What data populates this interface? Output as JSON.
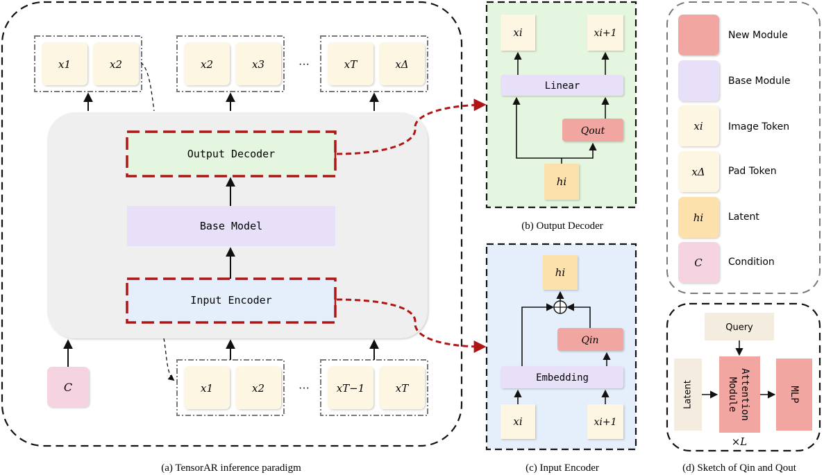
{
  "colors": {
    "new_module": "#f2a6a2",
    "base_module": "#e8dff8",
    "token": "#fdf6e2",
    "latent": "#fde1ad",
    "condition": "#f6d3e0",
    "decoder_fill": "#e4f6df",
    "encoder_fill": "#e4effb",
    "red_dash": "#b01515",
    "panel_b_bg": "#e4f6df",
    "panel_c_bg": "#e4effb",
    "core_bg": "#efefef",
    "query_bg": "#f3ecdf"
  },
  "panel_a": {
    "caption": "(a) TensorAR inference paradigm",
    "output_decoder": "Output Decoder",
    "base_model": "Base Model",
    "input_encoder": "Input Encoder",
    "condition": "C",
    "ellipsis": "···",
    "top_groups": [
      {
        "a": "x1",
        "b": "x2"
      },
      {
        "a": "x2",
        "b": "x3"
      },
      {
        "a": "xT",
        "b": "xΔ"
      }
    ],
    "bottom_groups": [
      {
        "a": "x1",
        "b": "x2"
      },
      {
        "a": "xT−1",
        "b": "xT"
      }
    ]
  },
  "panel_b": {
    "caption": "(b) Output Decoder",
    "out_left": "xi",
    "out_right": "xi+1",
    "linear": "Linear",
    "q_out": "Qout",
    "latent": "hi"
  },
  "panel_c": {
    "caption": "(c) Input Encoder",
    "latent": "hi",
    "q_in": "Qin",
    "embedding": "Embedding",
    "in_left": "xi",
    "in_right": "xi+1",
    "plus": "⊕"
  },
  "legend": {
    "items": [
      {
        "label": "New Module",
        "symbol": ""
      },
      {
        "label": "Base Module",
        "symbol": ""
      },
      {
        "label": "Image Token",
        "symbol": "xi"
      },
      {
        "label": "Pad Token",
        "symbol": "xΔ"
      },
      {
        "label": "Latent",
        "symbol": "hi"
      },
      {
        "label": "Condition",
        "symbol": "C"
      }
    ]
  },
  "panel_d": {
    "caption": "(d) Sketch of Qin and Qout",
    "query": "Query",
    "latent": "Latent",
    "attention_line1": "Attention",
    "attention_line2": "Module",
    "mlp": "MLP",
    "repeat": "×L"
  }
}
